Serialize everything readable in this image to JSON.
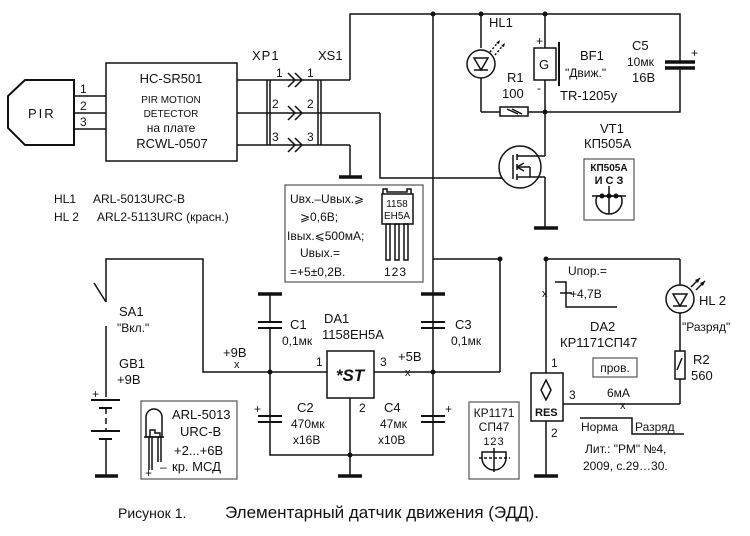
{
  "caption": {
    "figure_label": "Рисунок 1.",
    "title": "Элементарный датчик движения (ЭДД)."
  },
  "pir": {
    "label": "PIR",
    "pins": [
      "1",
      "2",
      "3"
    ]
  },
  "module": {
    "name": "HC-SR501",
    "line1": "PIR MOTION",
    "line2": "DETECTOR",
    "line3": "на плате",
    "line4": "RCWL-0507"
  },
  "connectors": {
    "xp1": "XP1",
    "xs1": "XS1",
    "pins": [
      "1",
      "2",
      "3"
    ]
  },
  "hl_legend": {
    "hl1_ref": "HL1",
    "hl1_part": "ARL-5013URC-B",
    "hl2_ref": "HL 2",
    "hl2_part": "ARL2-5113URC (красн.)"
  },
  "hl1": {
    "ref": "HL1"
  },
  "bf1": {
    "ref": "BF1",
    "name": "\"Движ.\"",
    "part": "TR-1205у",
    "symbol": "G",
    "plus": "+",
    "minus": "-"
  },
  "r1": {
    "ref": "R1",
    "value": "100"
  },
  "c5": {
    "ref": "C5",
    "value": "10мк",
    "voltage": "16В",
    "plus": "+"
  },
  "vt1": {
    "ref": "VT1",
    "part": "КП505А",
    "pinout_title": "КП505А",
    "pinout_pins": "И С З"
  },
  "reg_spec": {
    "line1": "Uвх.–Uвых.⩾",
    "line2": "⩾0,6В;",
    "line3": "Iвых.⩽500мА;",
    "line4": "Uвых.=",
    "line5": "=+5±0,2В.",
    "chip_top": "1158",
    "chip_bottom": "ЕН5А",
    "chip_pins": "123"
  },
  "sa1": {
    "ref": "SA1",
    "name": "\"Вкл.\""
  },
  "gb1": {
    "ref": "GB1",
    "value": "+9В",
    "plus": "+"
  },
  "led_inset": {
    "line1": "ARL-5013",
    "line2": "URC-B",
    "line3": "+2...+6В",
    "line4": "кр. МСД",
    "plus": "+",
    "minus": "–"
  },
  "da1": {
    "ref": "DA1",
    "part": "1158ЕН5А",
    "logo": "*ST",
    "pin1": "1",
    "pin2": "2",
    "pin3": "3"
  },
  "c1": {
    "ref": "C1",
    "value": "0,1мк"
  },
  "c3": {
    "ref": "C3",
    "value": "0,1мк"
  },
  "c2": {
    "ref": "C2",
    "value": "470мк",
    "voltage": "х16В",
    "plus": "+"
  },
  "c4": {
    "ref": "C4",
    "value": "47мк",
    "voltage": "х10В",
    "plus": "+"
  },
  "nets": {
    "in_9v": "+9В",
    "out_5v": "+5В",
    "current": "6мА"
  },
  "kr1171_inset": {
    "line1": "КР1171",
    "line2": "СП47",
    "pins": "123"
  },
  "da2": {
    "ref": "DA2",
    "part": "КР1171СП47",
    "res": "RES",
    "pin1": "1",
    "pin2": "2",
    "pin3": "3",
    "threshold_label": "Uпор.=",
    "threshold_value": "+4,7В",
    "check_label": "пров."
  },
  "hl2": {
    "ref": "HL 2",
    "name": "\"Разряд\""
  },
  "r2": {
    "ref": "R2",
    "value": "560"
  },
  "states": {
    "normal": "Норма",
    "discharge": "Разряд"
  },
  "reference": {
    "line1": "Лит.: \"РМ\" №4,",
    "line2": "2009, с.29…30."
  }
}
